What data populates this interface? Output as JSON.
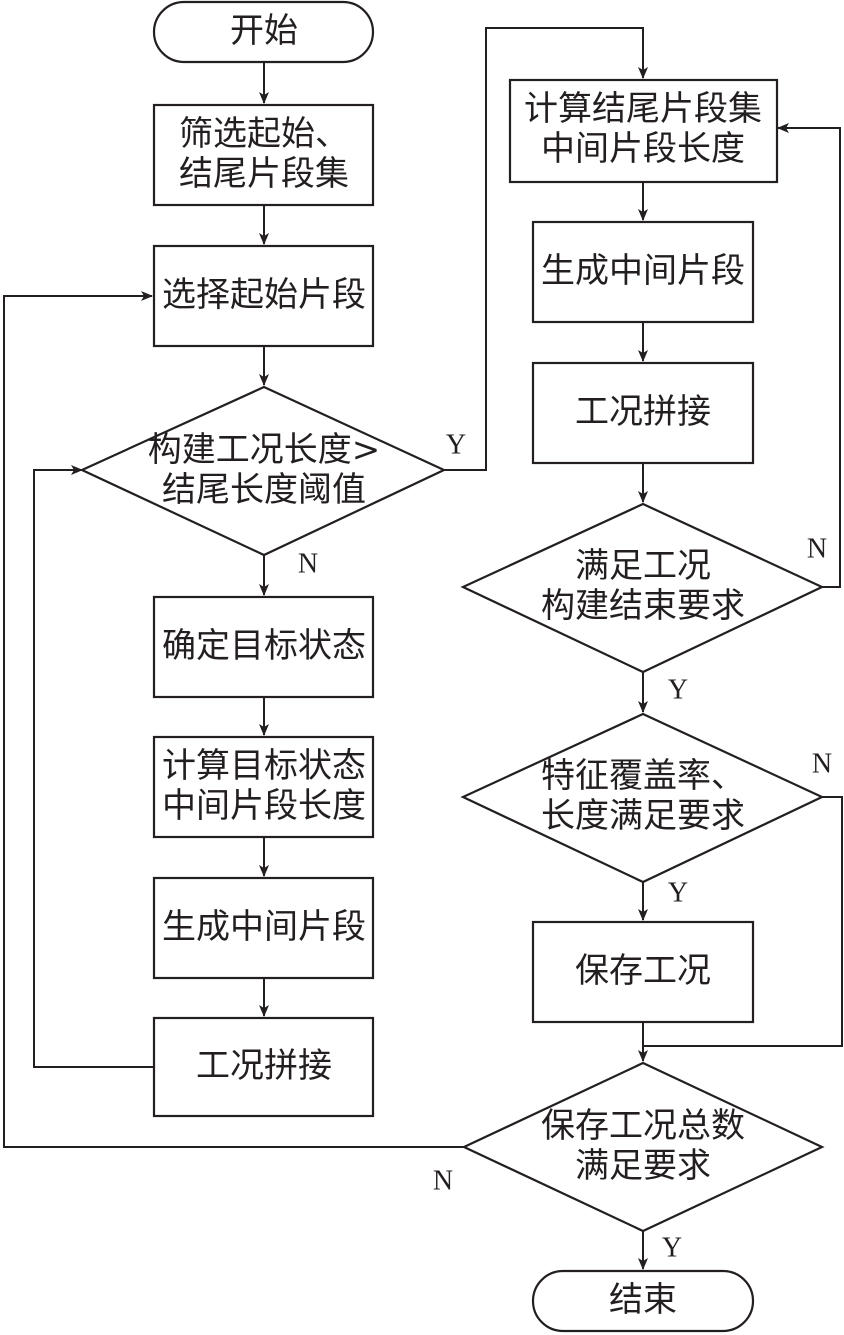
{
  "nodes": {
    "start": "开始",
    "filter": [
      "筛选起始、",
      "结尾片段集"
    ],
    "select_start": "选择起始片段",
    "length_check": [
      "构建工况长度>",
      "结尾长度阈值"
    ],
    "target_state": "确定目标状态",
    "calc_mid_target": [
      "计算目标状态",
      "中间片段长度"
    ],
    "gen_mid_left": "生成中间片段",
    "splice_left": "工况拼接",
    "calc_mid_tail": [
      "计算结尾片段集",
      "中间片段长度"
    ],
    "gen_mid_right": "生成中间片段",
    "splice_right": "工况拼接",
    "build_done_check": [
      "满足工况",
      "构建结束要求"
    ],
    "coverage_check": [
      "特征覆盖率、",
      "长度满足要求"
    ],
    "save": "保存工况",
    "total_check": [
      "保存工况总数",
      "满足要求"
    ],
    "end": "结束"
  },
  "edge_labels": {
    "length_yes": "Y",
    "length_no": "N",
    "build_no": "N",
    "build_yes": "Y",
    "coverage_no": "N",
    "coverage_yes": "Y",
    "total_no": "N",
    "total_yes": "Y"
  },
  "colors": {
    "stroke": "#231f20",
    "fill": "#ffffff",
    "text": "#231f20"
  }
}
